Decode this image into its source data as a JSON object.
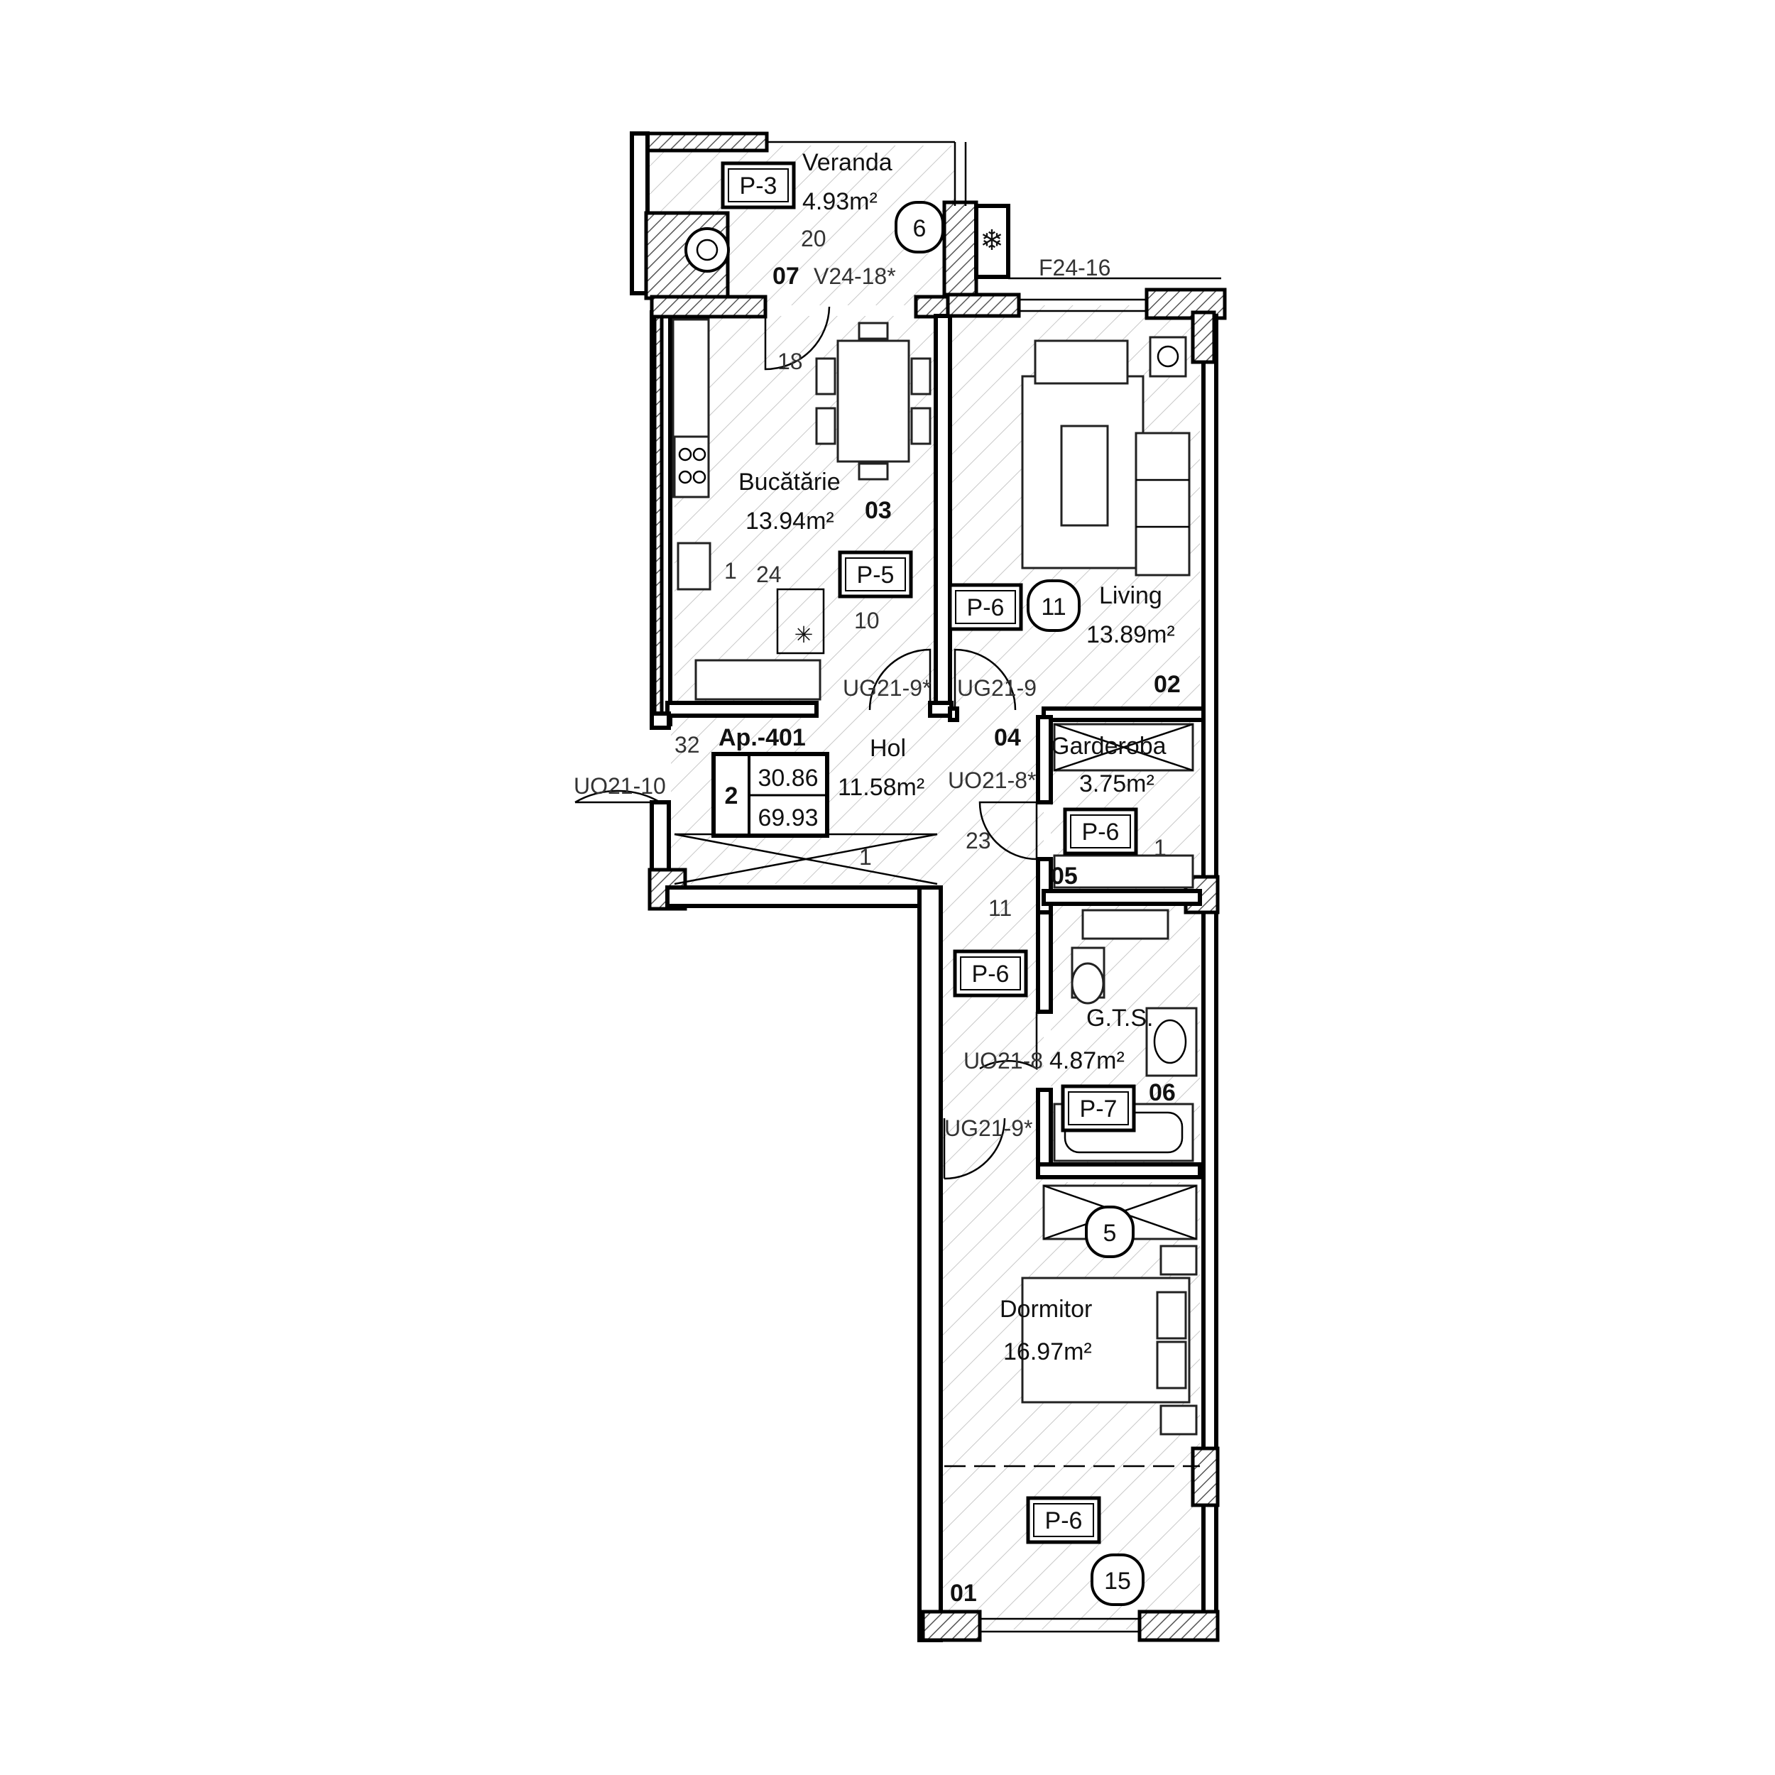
{
  "apartment": {
    "code": "Ap.-401",
    "rooms_count": "2",
    "living_area": "30.86",
    "total_area": "69.93"
  },
  "rooms": [
    {
      "key": "veranda",
      "name": "Veranda",
      "area": "4.93m²",
      "number": "07"
    },
    {
      "key": "bucatarie",
      "name": "Bucătărie",
      "area": "13.94m²",
      "number": "03"
    },
    {
      "key": "living",
      "name": "Living",
      "area": "13.89m²",
      "number": "02"
    },
    {
      "key": "hol",
      "name": "Hol",
      "area": "11.58m²",
      "number": "04"
    },
    {
      "key": "garderoba",
      "name": "Garderoba",
      "area": "3.75m²",
      "number": "05"
    },
    {
      "key": "gts",
      "name": "G.T.S.",
      "area": "4.87m²",
      "number": "06"
    },
    {
      "key": "dormitor",
      "name": "Dormitor",
      "area": "16.97m²",
      "number": "01"
    }
  ],
  "finish_tags": {
    "veranda": "P-3",
    "bucatarie": "P-5",
    "living": "P-6",
    "garderoba": "P-6",
    "hol": "P-6",
    "gts": "P-7",
    "dormitor": "P-6"
  },
  "circle_tags": {
    "veranda": "6",
    "living": "11",
    "dormitor_closet": "5",
    "dormitor": "15"
  },
  "openings": {
    "window_veranda": "V24-18*",
    "window_living": "F24-16",
    "door_entry": "UO21-10",
    "door_kitchen": "UG21-9*",
    "door_living": "UG21-9",
    "door_garderoba": "UO21-8*",
    "door_gts": "UO21-8",
    "door_dormitor": "UG21-9*"
  },
  "ref_numbers": {
    "veranda": "20",
    "kitchen_18": "18",
    "kitchen_1": "1",
    "kitchen_24": "24",
    "kitchen_10": "10",
    "entry": "32",
    "hol_23": "23",
    "hol_1": "1",
    "hol_11": "11",
    "garderoba_1": "1"
  }
}
